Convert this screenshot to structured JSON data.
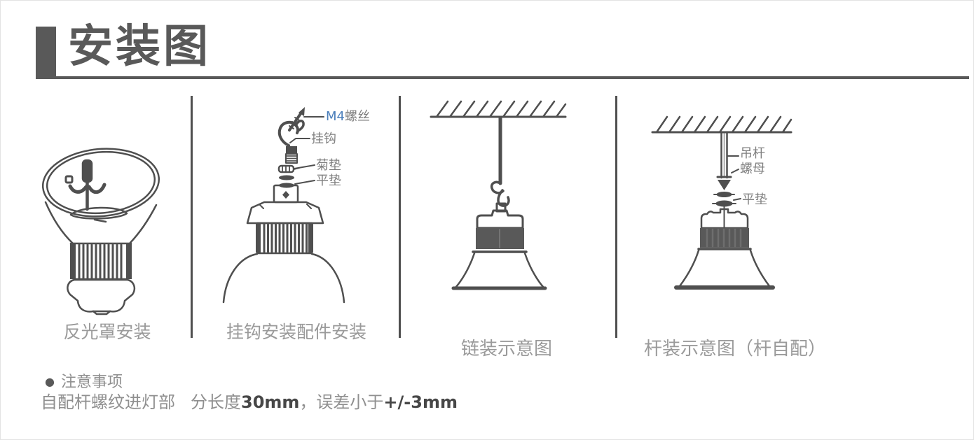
{
  "title": {
    "text": "安装图"
  },
  "panels": [
    {
      "caption": "反光罩安装"
    },
    {
      "caption": "挂钩安装配件安装",
      "labels": {
        "screw_prefix": "M4",
        "screw": "螺丝",
        "hook": "挂钩",
        "star_washer": "菊垫",
        "flat_washer": "平垫"
      }
    },
    {
      "caption": "链装示意图"
    },
    {
      "caption": "杆装示意图（杆自配）",
      "labels": {
        "rod": "吊杆",
        "nut": "螺母",
        "flat_washer": "平垫"
      }
    }
  ],
  "notes": {
    "bullet": "●",
    "heading": "注意事项",
    "line": {
      "part1": "自配杆螺纹进灯部",
      "part2": "分长度",
      "part3": "30mm",
      "part4": "，",
      "part5": "误差小于",
      "part6": "+/-3mm"
    }
  },
  "colors": {
    "accent_dark": "#595959",
    "line_art": "#4f4f4f",
    "part_label": "#7f7f7f",
    "caption": "#9a9a9a",
    "note_text": "#8f8f8f",
    "note_strong": "#474747",
    "screw_code_blue": "#4a7ebb"
  }
}
